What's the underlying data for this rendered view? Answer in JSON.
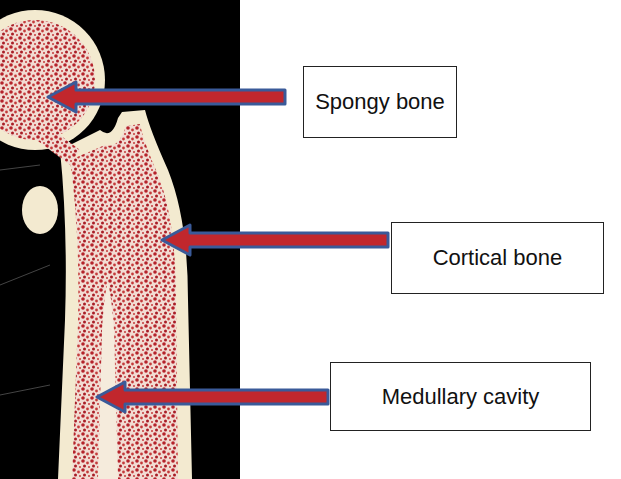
{
  "diagram": {
    "nodes": [
      {
        "text": [
          "Spongy bone"
        ]
      },
      {
        "text": [
          "Cortical bone"
        ]
      },
      {
        "text": [
          "Medullary cavity"
        ]
      }
    ]
  }
}
